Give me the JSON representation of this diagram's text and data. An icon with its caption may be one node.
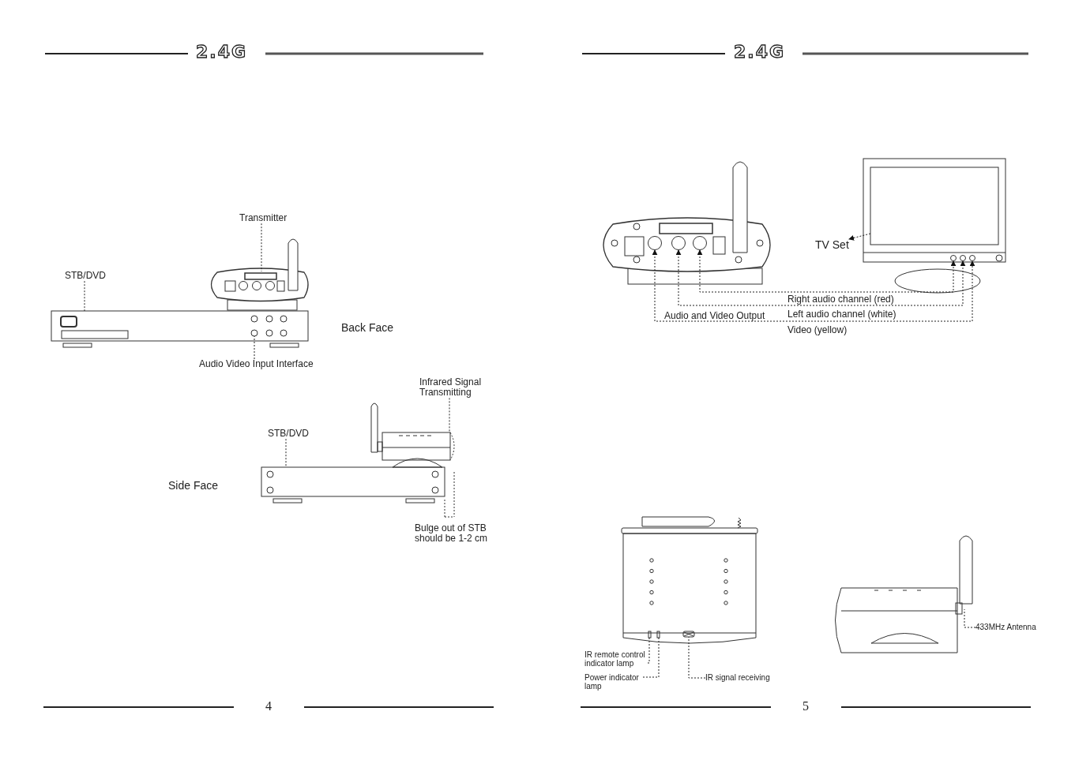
{
  "diagram": {
    "nodes": [
      {
        "text": [
          "Transmitter"
        ]
      },
      {
        "text": [
          "STB/DVD"
        ]
      },
      {
        "text": [
          "Audio Video Input Interface"
        ]
      },
      {
        "text": [
          "Infrared Signal Transmitting"
        ]
      },
      {
        "text": [
          "STB/DVD"
        ]
      },
      {
        "text": [
          "TV Set"
        ]
      },
      {
        "text": [],
        "shape": "circle"
      },
      {
        "text": [],
        "shape": "circle"
      },
      {
        "text": [],
        "shape": "circle"
      },
      {
        "text": [],
        "shape": "circle"
      },
      {
        "text": [],
        "shape": "circle"
      },
      {
        "text": [],
        "shape": "circle"
      },
      {
        "text": [
          "IR remote control indicator lamp"
        ]
      },
      {
        "text": [
          "Power indicator lamp"
        ]
      },
      {
        "text": [
          "IR signal receiving"
        ]
      },
      {
        "text": [
          "433MHz Antenna"
        ]
      },
      {
        "text": [],
        "shape": "picture"
      },
      {
        "text": [],
        "shape": "picture"
      },
      {
        "text": [],
        "shape": "circle",
        "in": 17
      },
      {
        "text": [],
        "shape": "picture"
      },
      {
        "text": [],
        "shape": "picture"
      },
      {
        "text": [],
        "shape": "box"
      },
      {
        "text": [],
        "shape": "box"
      },
      {
        "text": [],
        "shape": "box"
      },
      {
        "text": [],
        "shape": "box"
      },
      {
        "text": [],
        "shape": "picture"
      }
    ],
    "edges": [
      {
        "from": 0,
        "to": 16,
        "arrow": "none",
        "style": "dashed"
      },
      {
        "from": 1,
        "to": 17,
        "arrow": "none",
        "style": "dashed"
      },
      {
        "from": 2,
        "to": 18,
        "arrow": "none",
        "style": "dashed"
      },
      {
        "from": 3,
        "to": 19,
        "arrow": "none",
        "style": "dashed"
      },
      {
        "from": 4,
        "to": 20,
        "arrow": "none",
        "style": "dashed"
      },
      {
        "from": 21,
        "to": 5,
        "arrow": "to",
        "style": "dashed"
      },
      {
        "from": 8,
        "to": 9,
        "arrow": "both",
        "style": "dashed",
        "label": "Right audio channel (red)"
      },
      {
        "from": 7,
        "to": 10,
        "arrow": "both",
        "style": "dashed",
        "label": "Left audio channel (white)"
      },
      {
        "from": 6,
        "to": 11,
        "arrow": "both",
        "style": "dashed",
        "label": "Video (yellow)"
      },
      {
        "from": 12,
        "to": 22,
        "arrow": "none",
        "style": "dashed"
      },
      {
        "from": 13,
        "to": 23,
        "arrow": "none",
        "style": "dashed"
      },
      {
        "from": 14,
        "to": 24,
        "arrow": "none",
        "style": "dashed"
      },
      {
        "from": 15,
        "to": 25,
        "arrow": "none",
        "style": "dashed"
      }
    ],
    "labels": [
      "2.4G",
      "2.4G",
      "Back Face",
      "Side Face",
      "Bulge out of STB should be 1-2 cm",
      "Audio and Video Output",
      "4",
      "5"
    ]
  }
}
